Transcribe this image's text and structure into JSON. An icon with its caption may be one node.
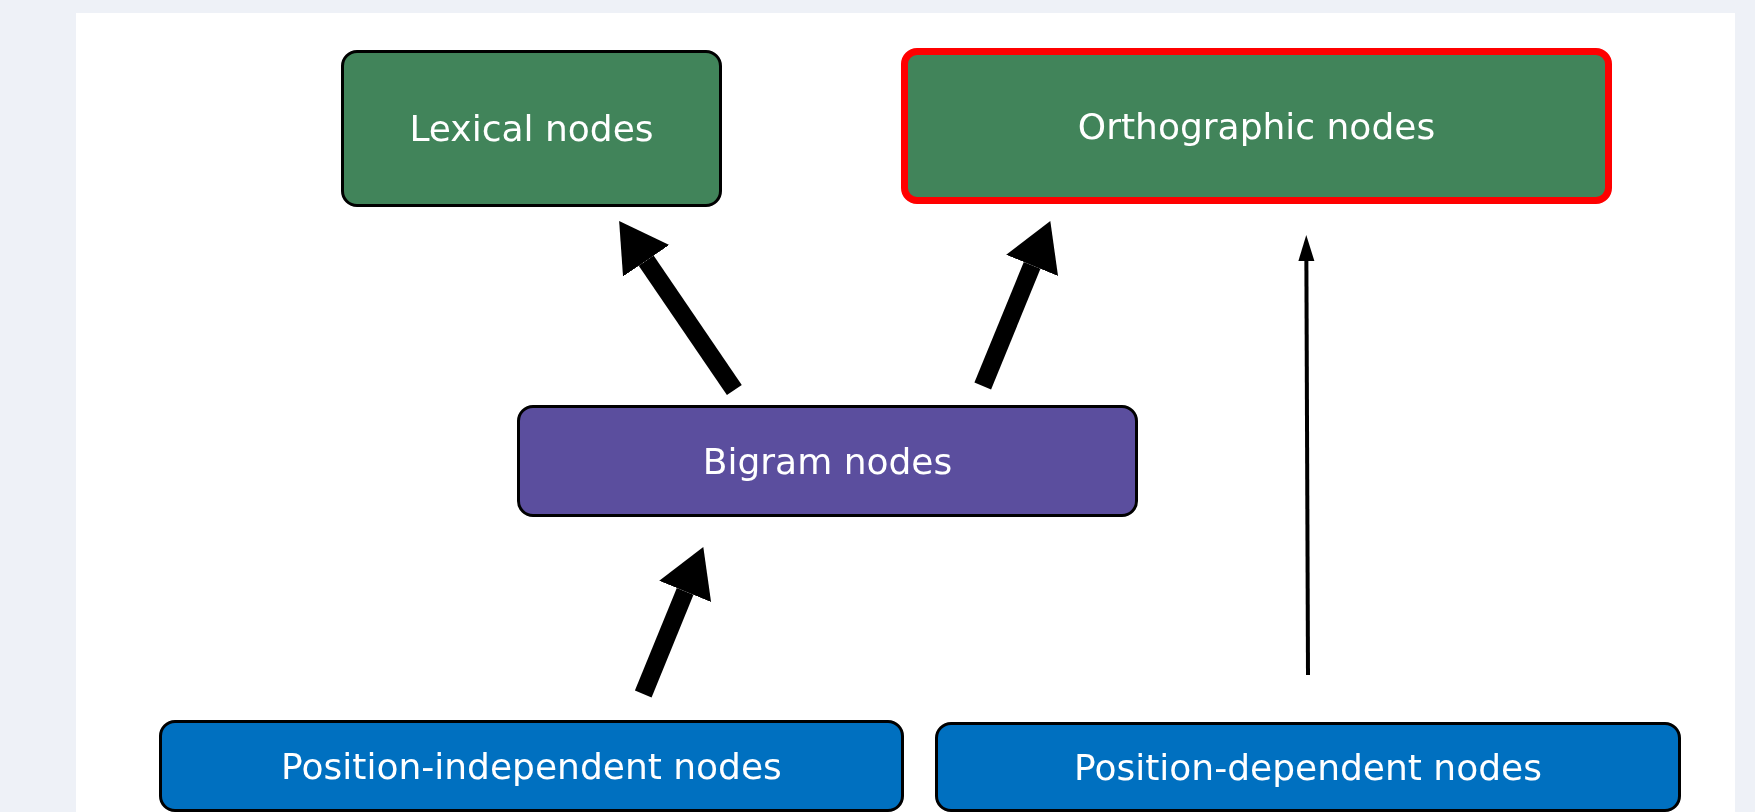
{
  "diagram": {
    "nodes": [
      {
        "text": [
          "Lexical nodes"
        ]
      },
      {
        "text": [
          "Orthographic nodes"
        ]
      },
      {
        "text": [
          "Bigram nodes"
        ]
      },
      {
        "text": [
          "Position-independent nodes"
        ]
      },
      {
        "text": [
          "Position-dependent nodes"
        ]
      }
    ],
    "edges": [
      {
        "from": 2,
        "to": 0,
        "arrow": "to"
      },
      {
        "from": 2,
        "to": 1,
        "arrow": "to"
      },
      {
        "from": 3,
        "to": 2,
        "arrow": "to"
      },
      {
        "from": 4,
        "to": 1,
        "arrow": "to"
      }
    ]
  }
}
